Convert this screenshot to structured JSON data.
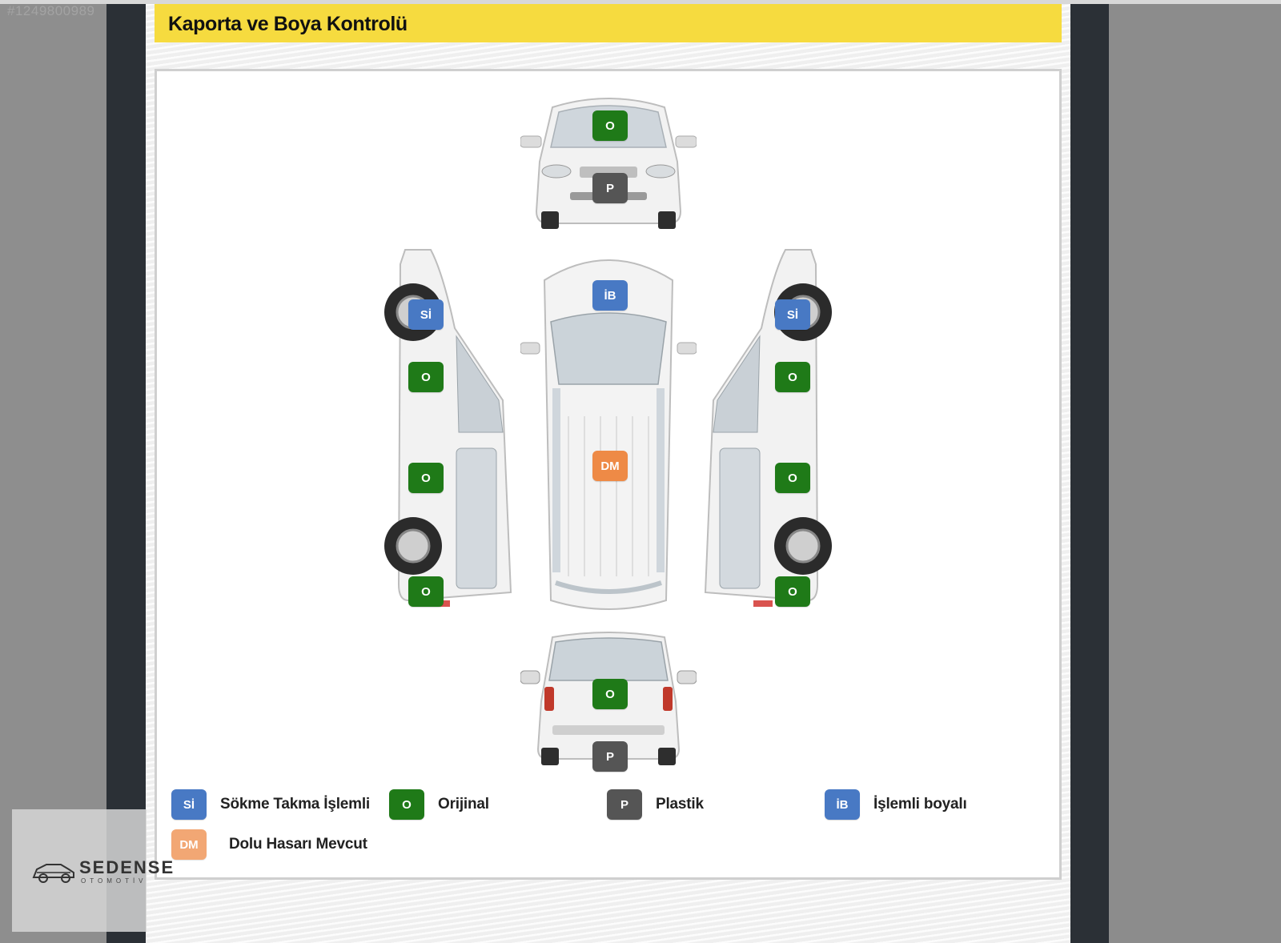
{
  "listing_id": "#1249800989",
  "title": "Kaporta ve Boya Kontrolü",
  "colors": {
    "title_bar": "#f6db3f",
    "orijinal": "#1f7a18",
    "plastik": "#555555",
    "sokme_takma": "#4879c4",
    "islemli_boyali": "#4879c4",
    "dolu_hasari": "#ee8a46"
  },
  "badges": {
    "front_hood": "O",
    "front_bumper": "P",
    "roof_front": "İB",
    "roof_middle": "DM",
    "left_front_fender": "Sİ",
    "left_front_door": "O",
    "left_rear_door": "O",
    "left_rear_fender": "O",
    "right_front_fender": "Sİ",
    "right_front_door": "O",
    "right_rear_door": "O",
    "right_rear_fender": "O",
    "rear_tailgate": "O",
    "rear_bumper": "P"
  },
  "legend": [
    {
      "code": "Sİ",
      "label": "Sökme Takma İşlemli"
    },
    {
      "code": "O",
      "label": "Orijinal"
    },
    {
      "code": "P",
      "label": "Plastik"
    },
    {
      "code": "İB",
      "label": "İşlemli boyalı"
    },
    {
      "code": "DM",
      "label": "Dolu Hasarı Mevcut"
    }
  ],
  "dealer": {
    "name": "SEDENSE",
    "tagline": "OTOMOTİV"
  }
}
